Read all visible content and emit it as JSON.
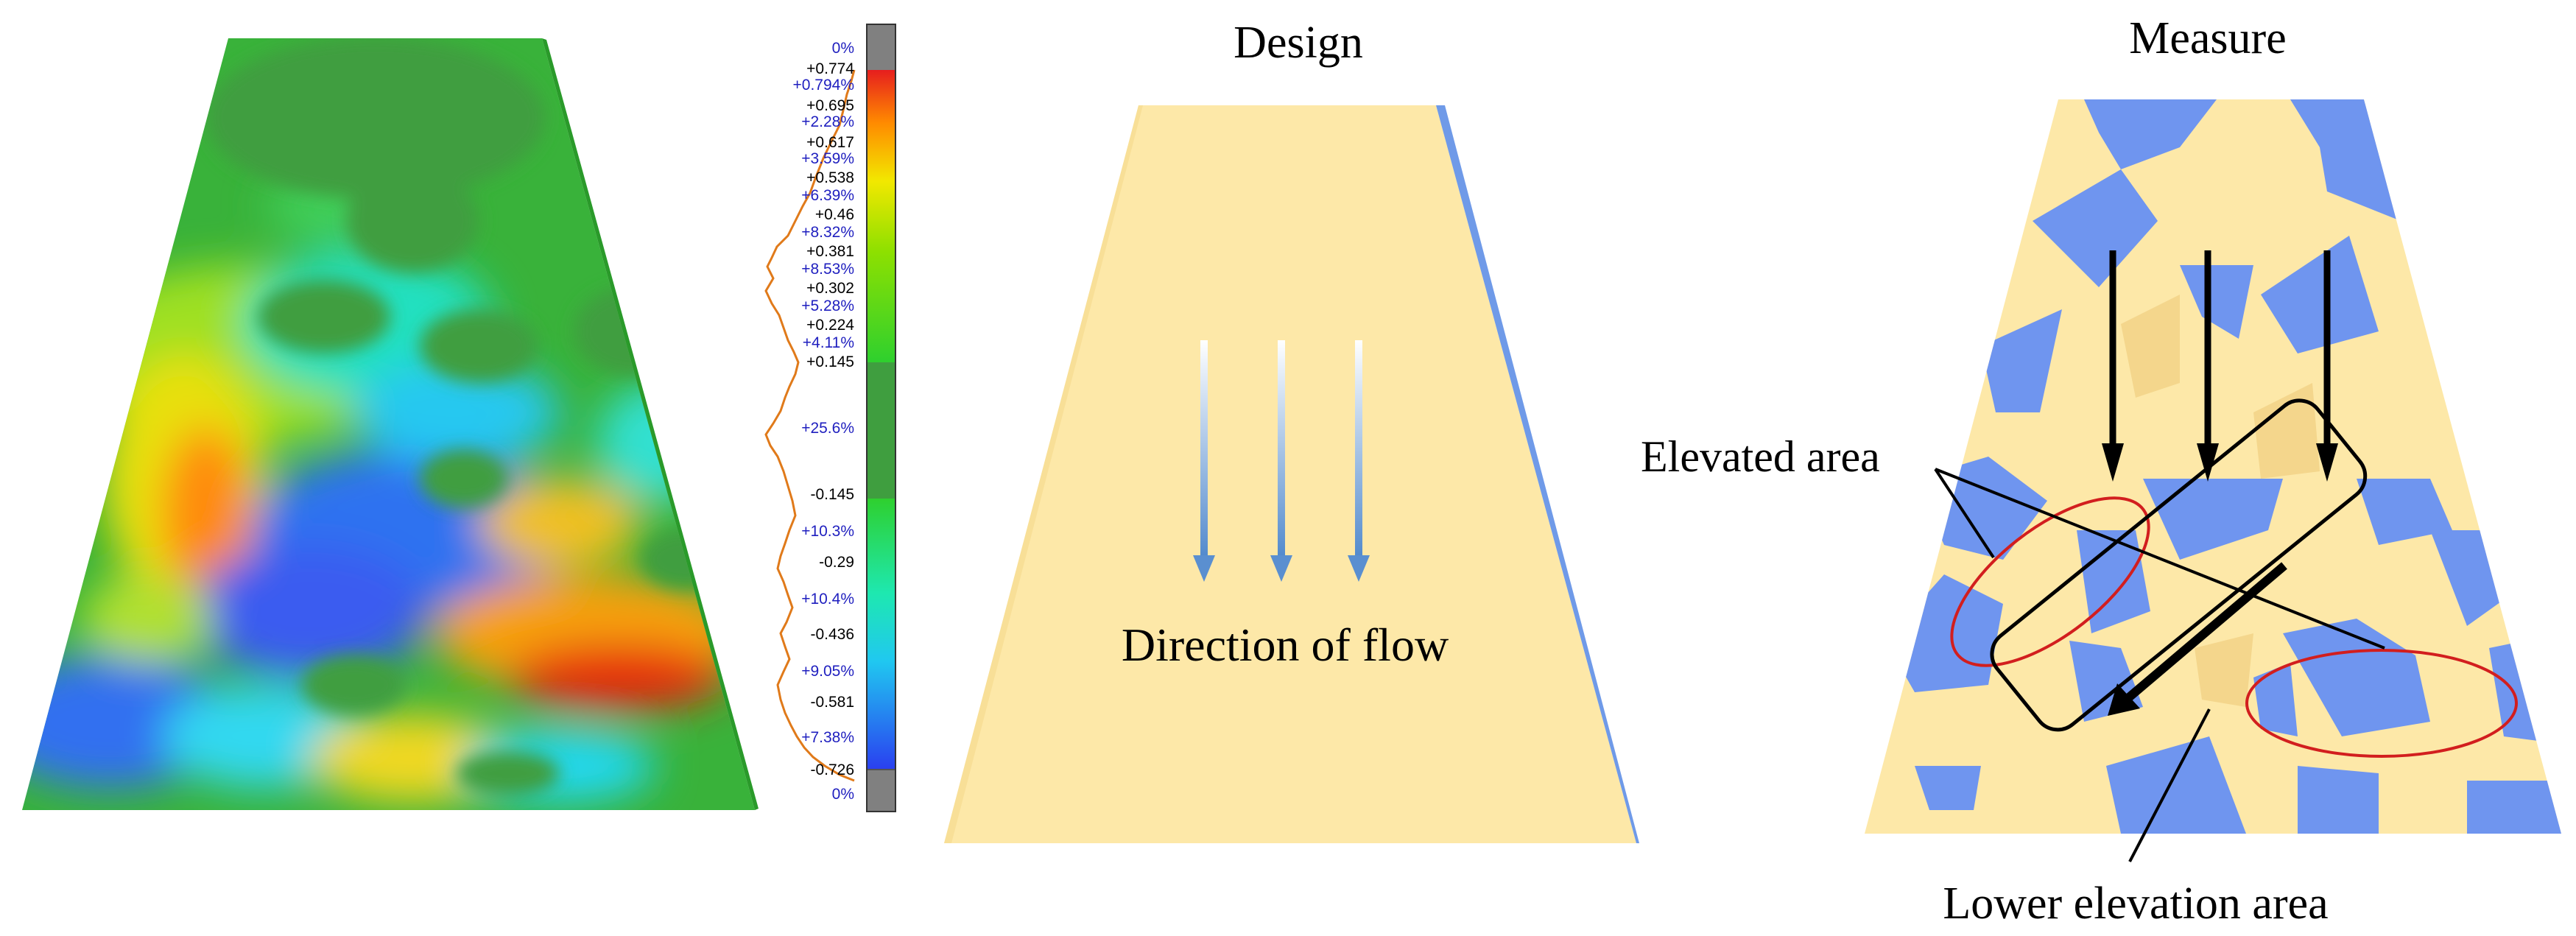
{
  "panels": {
    "heatmap": {
      "scale_labels": [
        {
          "text": "0%",
          "kind": "pct"
        },
        {
          "text": "+0.774",
          "kind": "val"
        },
        {
          "text": "+0.794%",
          "kind": "pct"
        },
        {
          "text": "+0.695",
          "kind": "val"
        },
        {
          "text": "+2.28%",
          "kind": "pct"
        },
        {
          "text": "+0.617",
          "kind": "val"
        },
        {
          "text": "+3.59%",
          "kind": "pct"
        },
        {
          "text": "+0.538",
          "kind": "val"
        },
        {
          "text": "+6.39%",
          "kind": "pct"
        },
        {
          "text": "+0.46",
          "kind": "val"
        },
        {
          "text": "+8.32%",
          "kind": "pct"
        },
        {
          "text": "+0.381",
          "kind": "val"
        },
        {
          "text": "+8.53%",
          "kind": "pct"
        },
        {
          "text": "+0.302",
          "kind": "val"
        },
        {
          "text": "+5.28%",
          "kind": "pct"
        },
        {
          "text": "+0.224",
          "kind": "val"
        },
        {
          "text": "+4.11%",
          "kind": "pct"
        },
        {
          "text": "+0.145",
          "kind": "val"
        },
        {
          "text": "+25.6%",
          "kind": "pct"
        },
        {
          "text": "-0.145",
          "kind": "val"
        },
        {
          "text": "+10.3%",
          "kind": "pct"
        },
        {
          "text": "-0.29",
          "kind": "val"
        },
        {
          "text": "+10.4%",
          "kind": "pct"
        },
        {
          "text": "-0.436",
          "kind": "val"
        },
        {
          "text": "+9.05%",
          "kind": "pct"
        },
        {
          "text": "-0.581",
          "kind": "val"
        },
        {
          "text": "+7.38%",
          "kind": "pct"
        },
        {
          "text": "-0.726",
          "kind": "val"
        },
        {
          "text": "0%",
          "kind": "pct"
        }
      ],
      "colors": {
        "out_of_range": "#808080",
        "neutral_band": "#3f9e3f",
        "high": "#e8301c",
        "low": "#2a5fe0",
        "value_text": "#000000",
        "pct_text": "#1f1fbf",
        "histogram": "#e07a1a"
      }
    },
    "design": {
      "title": "Design",
      "flow_label": "Direction of flow",
      "colors": {
        "surface": "#fde8a8",
        "edge": "#6f9ae8",
        "arrow": "#5a8fd0"
      }
    },
    "measure": {
      "title": "Measure",
      "elevated_label": "Elevated area",
      "lower_label": "Lower elevation area",
      "colors": {
        "yellow": "#fde8a8",
        "blue": "#6f95ef",
        "ellipse": "#d21e1e",
        "ink": "#000000"
      }
    }
  }
}
